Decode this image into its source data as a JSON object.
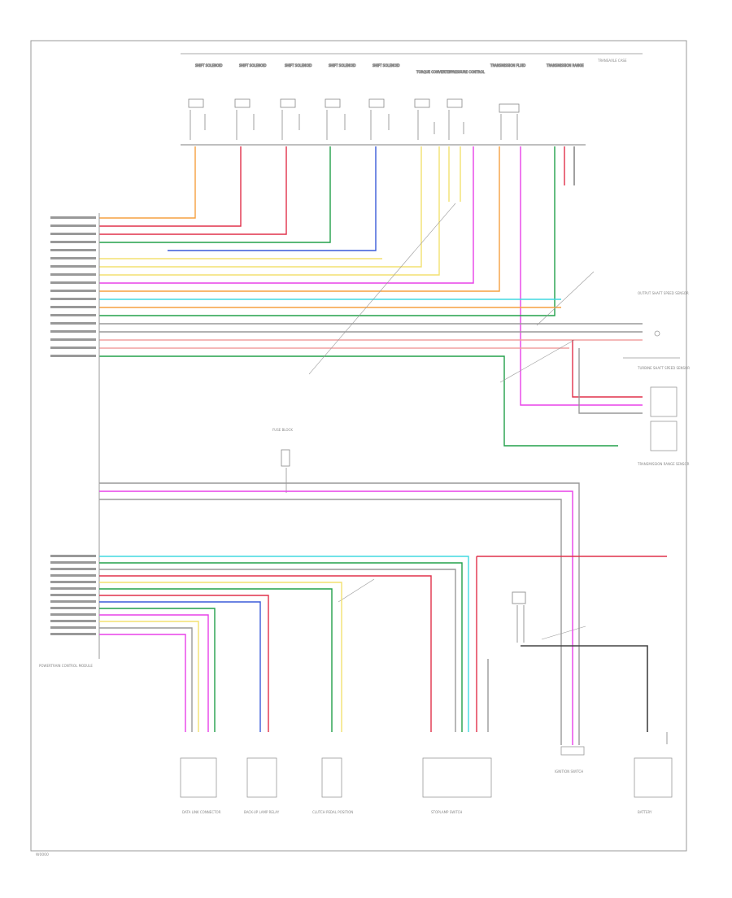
{
  "diagram": {
    "top_label": "TRANSAXLE CASE",
    "top_components": [
      "SHIFT SOLENOID",
      "SHIFT SOLENOID",
      "SHIFT SOLENOID",
      "SHIFT SOLENOID",
      "SHIFT SOLENOID",
      "TORQUE CONVERTER",
      "PRESSURE CONTROL",
      "TRANSMISSION FLUID",
      "TRANSMISSION RANGE"
    ],
    "right_components": [
      "OUTPUT SHAFT SPEED SENSOR",
      "TURBINE SHAFT SPEED SENSOR",
      "TRANSMISSION RANGE SENSOR"
    ],
    "bottom_components": [
      "DATA LINK CONNECTOR",
      "BACK-UP LAMP RELAY",
      "CLUTCH PEDAL POSITION",
      "STOPLAMP SWITCH",
      "IGNITION SWITCH",
      "BATTERY"
    ],
    "left_module": "POWERTRAIN CONTROL MODULE",
    "fuse_block": "FUSE BLOCK",
    "footer_code": "W0000"
  }
}
